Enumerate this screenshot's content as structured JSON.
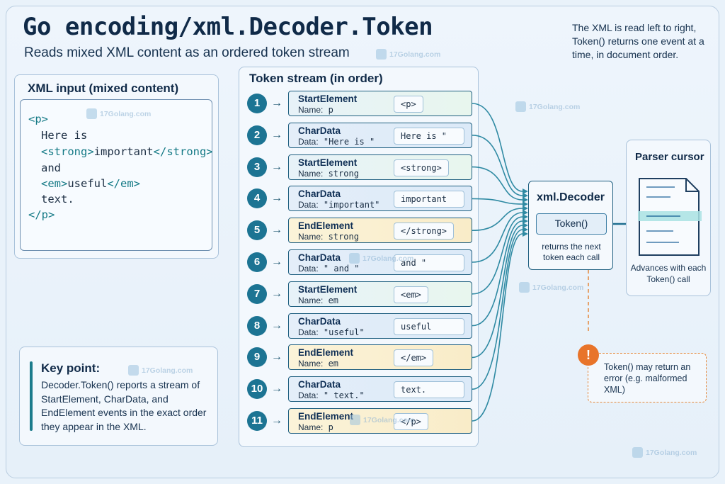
{
  "header": {
    "title": "Go encoding/xml.Decoder.Token",
    "subtitle": "Reads mixed XML content as an ordered token stream",
    "note": "The XML is read left to right, Token() returns one event at a time, in document order."
  },
  "xml_input": {
    "title": "XML input (mixed content)",
    "lines": [
      {
        "tag1": "<p>",
        "text": "",
        "tag2": ""
      },
      {
        "tag1": "",
        "text": "Here is",
        "tag2": ""
      },
      {
        "tag1": "<strong>",
        "text": "important",
        "tag2": "</strong>"
      },
      {
        "tag1": "",
        "text": "and",
        "tag2": ""
      },
      {
        "tag1": "<em>",
        "text": "useful",
        "tag2": "</em>"
      },
      {
        "tag1": "",
        "text": "text.",
        "tag2": ""
      },
      {
        "tag1": "</p>",
        "text": "",
        "tag2": ""
      }
    ]
  },
  "token_stream": {
    "title": "Token stream (in order)",
    "arrow_glyph": "→",
    "tokens": [
      {
        "n": "1",
        "kind": "StartElement",
        "label": "Name:",
        "value": "p",
        "chip": "<p>",
        "style": "start"
      },
      {
        "n": "2",
        "kind": "CharData",
        "label": "Data:",
        "value": "\"Here is \"",
        "chip": "Here is \"",
        "style": "char"
      },
      {
        "n": "3",
        "kind": "StartElement",
        "label": "Name:",
        "value": "strong",
        "chip": "<strong>",
        "style": "start"
      },
      {
        "n": "4",
        "kind": "CharData",
        "label": "Data:",
        "value": "\"important\"",
        "chip": "important",
        "style": "char"
      },
      {
        "n": "5",
        "kind": "EndElement",
        "label": "Name:",
        "value": "strong",
        "chip": "</strong>",
        "style": "end"
      },
      {
        "n": "6",
        "kind": "CharData",
        "label": "Data:",
        "value": "\" and \"",
        "chip": "and \"",
        "style": "char"
      },
      {
        "n": "7",
        "kind": "StartElement",
        "label": "Name:",
        "value": "em",
        "chip": "<em>",
        "style": "start"
      },
      {
        "n": "8",
        "kind": "CharData",
        "label": "Data:",
        "value": "\"useful\"",
        "chip": "useful",
        "style": "char"
      },
      {
        "n": "9",
        "kind": "EndElement",
        "label": "Name:",
        "value": "em",
        "chip": "</em>",
        "style": "end"
      },
      {
        "n": "10",
        "kind": "CharData",
        "label": "Data:",
        "value": "\" text.\"",
        "chip": "text.",
        "style": "char"
      },
      {
        "n": "11",
        "kind": "EndElement",
        "label": "Name:",
        "value": "p",
        "chip": "</p>",
        "style": "end"
      }
    ]
  },
  "decoder": {
    "title": "xml.Decoder",
    "method": "Token()",
    "note": "returns the next token each call"
  },
  "parser_cursor": {
    "title": "Parser cursor",
    "note": "Advances with each Token() call"
  },
  "error": {
    "icon": "!",
    "text": "Token() may return an error (e.g. malformed XML)"
  },
  "key_point": {
    "title": "Key point:",
    "body": "Decoder.Token() reports a stream of StartElement, CharData, and EndElement events in the exact order they appear in the XML."
  },
  "watermark": {
    "text": "17Golang.com"
  },
  "colors": {
    "accent": "#1c7493",
    "tag_text": "#157a86",
    "start_token": "#e8f4f0",
    "char_token": "#dfebf8",
    "end_token": "#faefcf",
    "error": "#e8742a"
  }
}
